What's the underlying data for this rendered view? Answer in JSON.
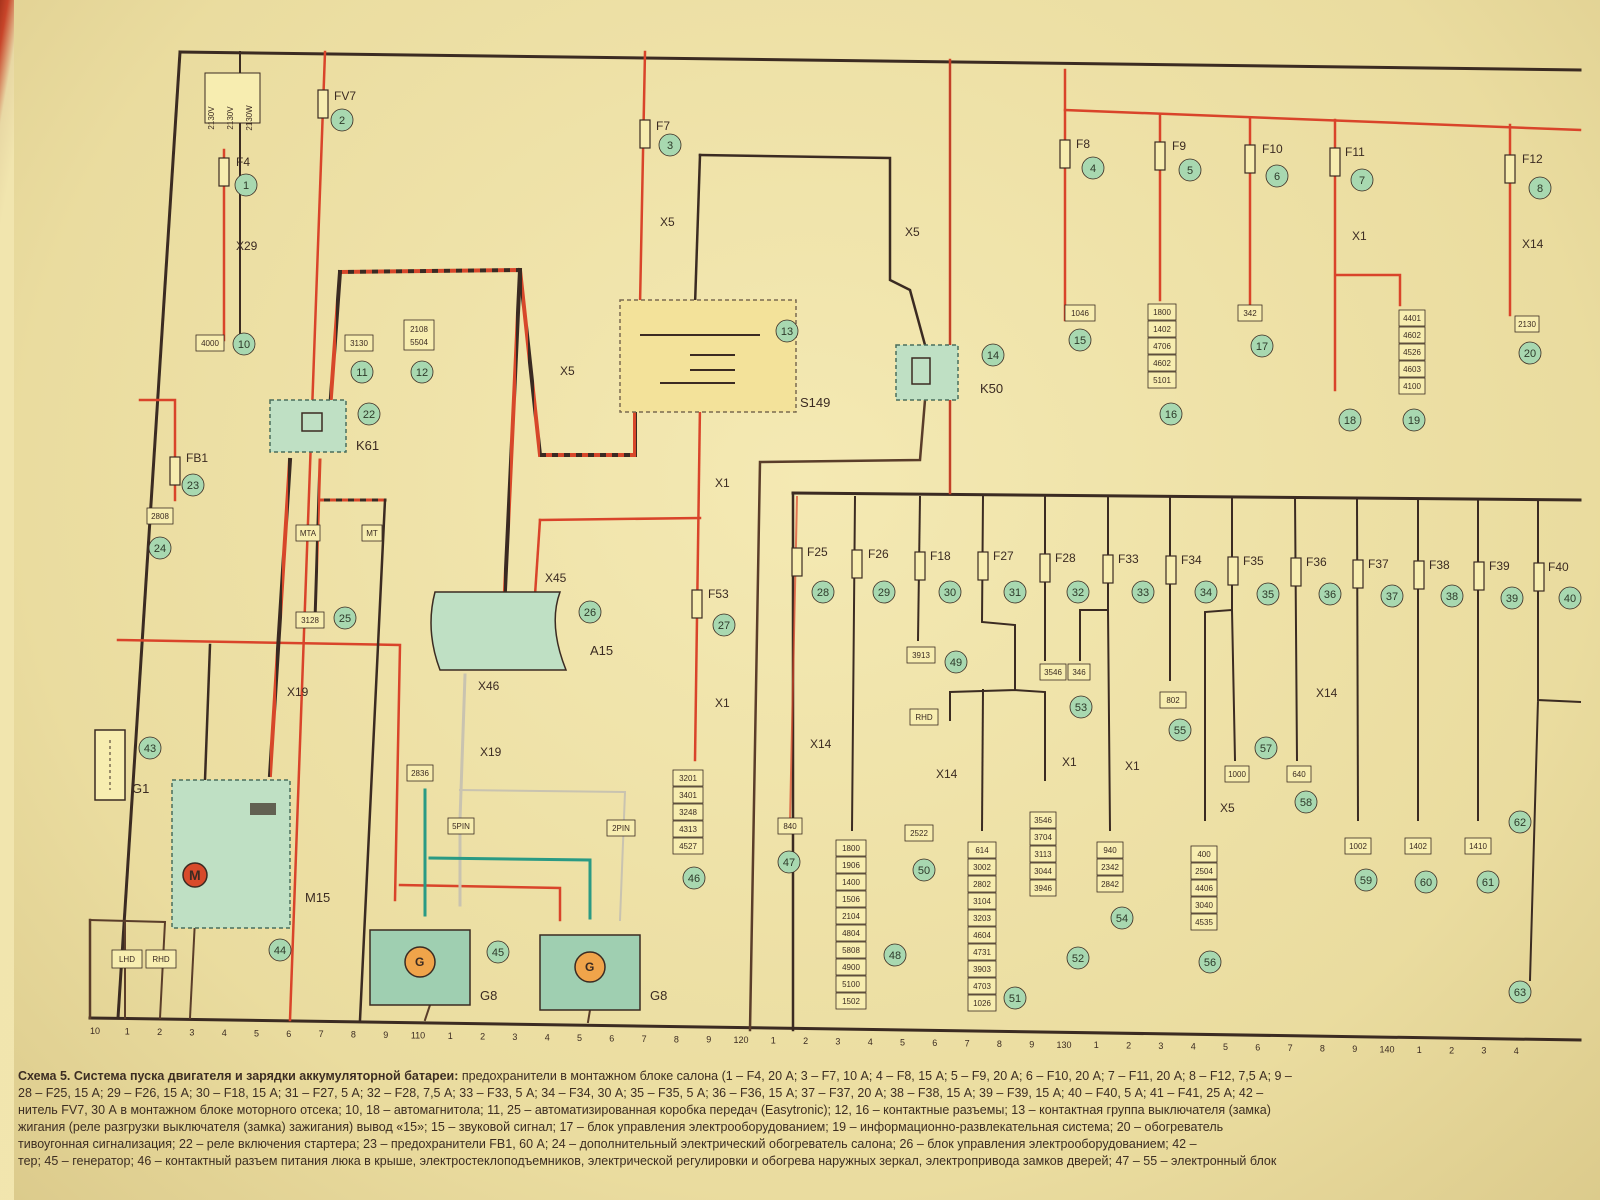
{
  "fuses_top": [
    {
      "label": "F4",
      "num": "1"
    },
    {
      "label": "FV7",
      "num": "2"
    },
    {
      "label": "F7",
      "num": "3"
    },
    {
      "label": "F8",
      "num": "4"
    },
    {
      "label": "F9",
      "num": "5"
    },
    {
      "label": "F10",
      "num": "6"
    },
    {
      "label": "F11",
      "num": "7"
    },
    {
      "label": "F12",
      "num": "8"
    }
  ],
  "fuses_mid": [
    {
      "label": "F25",
      "num": "28"
    },
    {
      "label": "F26",
      "num": "29"
    },
    {
      "label": "F18",
      "num": "30"
    },
    {
      "label": "F27",
      "num": "31"
    },
    {
      "label": "F28",
      "num": "32"
    },
    {
      "label": "F33",
      "num": "33"
    },
    {
      "label": "F34",
      "num": "34"
    },
    {
      "label": "F35",
      "num": "35"
    },
    {
      "label": "F36",
      "num": "36"
    },
    {
      "label": "F37",
      "num": "37"
    },
    {
      "label": "F38",
      "num": "38"
    },
    {
      "label": "F39",
      "num": "39"
    },
    {
      "label": "F40",
      "num": "40"
    }
  ],
  "fuse_fb1": {
    "label": "FB1",
    "num": "23"
  },
  "fuse_f53": {
    "label": "F53",
    "num": "27"
  },
  "connectors": {
    "x29": "X29",
    "x5": "X5",
    "x1": "X1",
    "x14": "X14",
    "x19": "X19",
    "x45": "X45",
    "x46": "X46"
  },
  "components": {
    "s149": "S149",
    "s149_num": "13",
    "k50": "K50",
    "k50_num": "14",
    "k61": "K61",
    "k61_num": "22",
    "a15": "A15",
    "a15_num": "26",
    "g1": "G1",
    "g1_num": "43",
    "m15": "M15",
    "m15_num": "44",
    "m15_motor": "M",
    "g8": "G8",
    "g8_num": "45",
    "g8b": "G8",
    "gen": "G"
  },
  "callouts": {
    "c10": "10",
    "c11": "11",
    "c12": "12",
    "c15": "15",
    "c16": "16",
    "c17": "17",
    "c18": "18",
    "c19": "19",
    "c20": "20",
    "c24": "24",
    "c25": "25",
    "c46": "46",
    "c47": "47",
    "c48": "48",
    "c49": "49",
    "c50": "50",
    "c51": "51",
    "c52": "52",
    "c53": "53",
    "c54": "54",
    "c55": "55",
    "c56": "56",
    "c57": "57",
    "c58": "58",
    "c59": "59",
    "c60": "60",
    "c61": "61",
    "c62": "62",
    "c63": "63"
  },
  "boxes": {
    "b4000": "4000",
    "b3130": "3130",
    "b2108": "2108",
    "b5504": "5504",
    "b2808": "2808",
    "bMTA": "MTA",
    "bMT": "MT",
    "b3128": "3128",
    "b2836": "2836",
    "b5PIN": "5PIN",
    "b2PIN": "2PIN",
    "bLHD": "LHD",
    "bRHD": "RHD",
    "bRHD2": "RHD",
    "b1046": "1046",
    "b3913": "3913",
    "b2522": "2522",
    "b840": "840",
    "b802": "802",
    "b1000": "1000",
    "b640": "640",
    "b3546": "3546",
    "b346": "346",
    "b2130": "2130",
    "b2130v": "2130V",
    "b2130vb": "2130V",
    "b2130w": "2130W"
  },
  "stacks": {
    "s46": [
      "3201",
      "3401",
      "3248",
      "4313",
      "4527"
    ],
    "s48": [
      "1800",
      "1906",
      "1400",
      "1506",
      "2104",
      "4804",
      "5808",
      "4900",
      "5100",
      "1502"
    ],
    "s51": [
      "614",
      "3002",
      "2802",
      "3104",
      "3203",
      "4604",
      "4731",
      "3903",
      "4703",
      "1026"
    ],
    "s52": [
      "3546",
      "3704",
      "3113",
      "3044",
      "3946"
    ],
    "s54": [
      "940",
      "2342",
      "2842"
    ],
    "s56": [
      "400",
      "2504",
      "4406",
      "3040",
      "4535"
    ],
    "s16": [
      "1800",
      "1402",
      "4706",
      "4602",
      "5101"
    ],
    "s17": [
      "342"
    ],
    "s19": [
      "4401",
      "4602",
      "4526",
      "4603",
      "4100"
    ],
    "s59": [
      "1002"
    ],
    "s60": [
      "1402"
    ],
    "s61": [
      "1410"
    ]
  },
  "bottom_numbers": [
    "10",
    "1",
    "2",
    "3",
    "4",
    "5",
    "6",
    "7",
    "8",
    "9",
    "110",
    "1",
    "2",
    "3",
    "4",
    "5",
    "6",
    "7",
    "8",
    "9",
    "120",
    "1",
    "2",
    "3",
    "4",
    "5",
    "6",
    "7",
    "8",
    "9",
    "130",
    "1",
    "2",
    "3",
    "4",
    "5",
    "6",
    "7",
    "8",
    "9",
    "140",
    "1",
    "2",
    "3",
    "4"
  ],
  "caption": {
    "title": "Схема 5. Система пуска двигателя и зарядки аккумуляторной батареи:",
    "line1": " предохранители в монтажном блоке салона (1 – F4, 20 А; 3 – F7, 10 А; 4 – F8, 15 А; 5 – F9, 20 А; 6 – F10, 20 А; 7 – F11, 20 А; 8 – F12, 7,5 А; 9 –",
    "line2": "28 – F25, 15 А; 29 – F26, 15 А; 30 – F18, 15 А; 31 – F27, 5 А; 32 – F28, 7,5 А; 33 – F33, 5 А; 34 – F34, 30 А; 35 – F35, 5 А; 36 – F36, 15 А; 37 – F37, 20 А; 38 – F38, 15 А; 39 – F39, 15 А; 40 – F40, 5 А; 41 – F41, 25 А; 42 –",
    "line3": "нитель FV7, 30 А в монтажном блоке моторного отсека; 10, 18 – автомагнитола; 11, 25 – автоматизированная коробка передач (Easytronic); 12, 16 – контактные разъемы; 13 – контактная группа выключателя (замка)",
    "line4": "жигания (реле разгрузки выключателя (замка) зажигания) вывод «15»; 15 – звуковой сигнал; 17 – блок управления электрооборудованием; 19 – информационно-развлекательная система; 20 – обогреватель",
    "line5": "тивоугонная сигнализация; 22 – реле включения стартера; 23 – предохранители FB1, 60 А; 24 – дополнительный электрический обогреватель салона; 26 – блок управления электрооборудованием; 42 –",
    "line6": "тер; 45 – генератор; 46 – контактный разъем питания люка в крыше, электростеклоподъемников, электрической регулировки и обогрева наружных зеркал, электропривода замков дверей; 47 – 55 – электронный блок"
  }
}
